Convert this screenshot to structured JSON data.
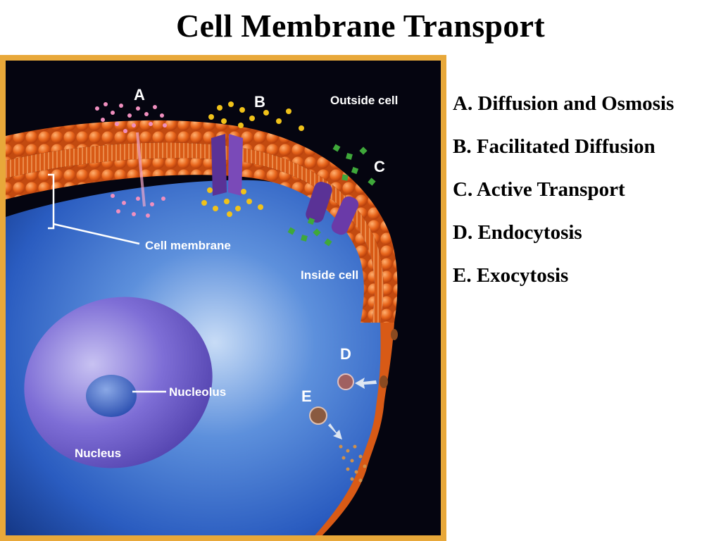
{
  "slide": {
    "title": "Cell Membrane Transport"
  },
  "legend": [
    "A. Diffusion and Osmosis",
    "B. Facilitated Diffusion",
    "C. Active Transport",
    "D. Endocytosis",
    "E. Exocytosis"
  ],
  "figure": {
    "labels": {
      "A": "A",
      "B": "B",
      "C": "C",
      "D": "D",
      "E": "E",
      "outside": "Outside cell",
      "inside": "Inside cell",
      "membrane": "Cell membrane",
      "nucleolus": "Nucleolus",
      "nucleus": "Nucleus"
    }
  },
  "colors": {
    "frame": "#e8a83a",
    "background": "#050510",
    "cytoplasm": "#2a62c8",
    "membrane": "#e8661c",
    "nucleus": "#6a5ac8",
    "protein_channel": "#5a3296",
    "particles_a": "#f08fbf",
    "particles_b": "#f0c21a",
    "particles_c": "#3fa83a"
  }
}
